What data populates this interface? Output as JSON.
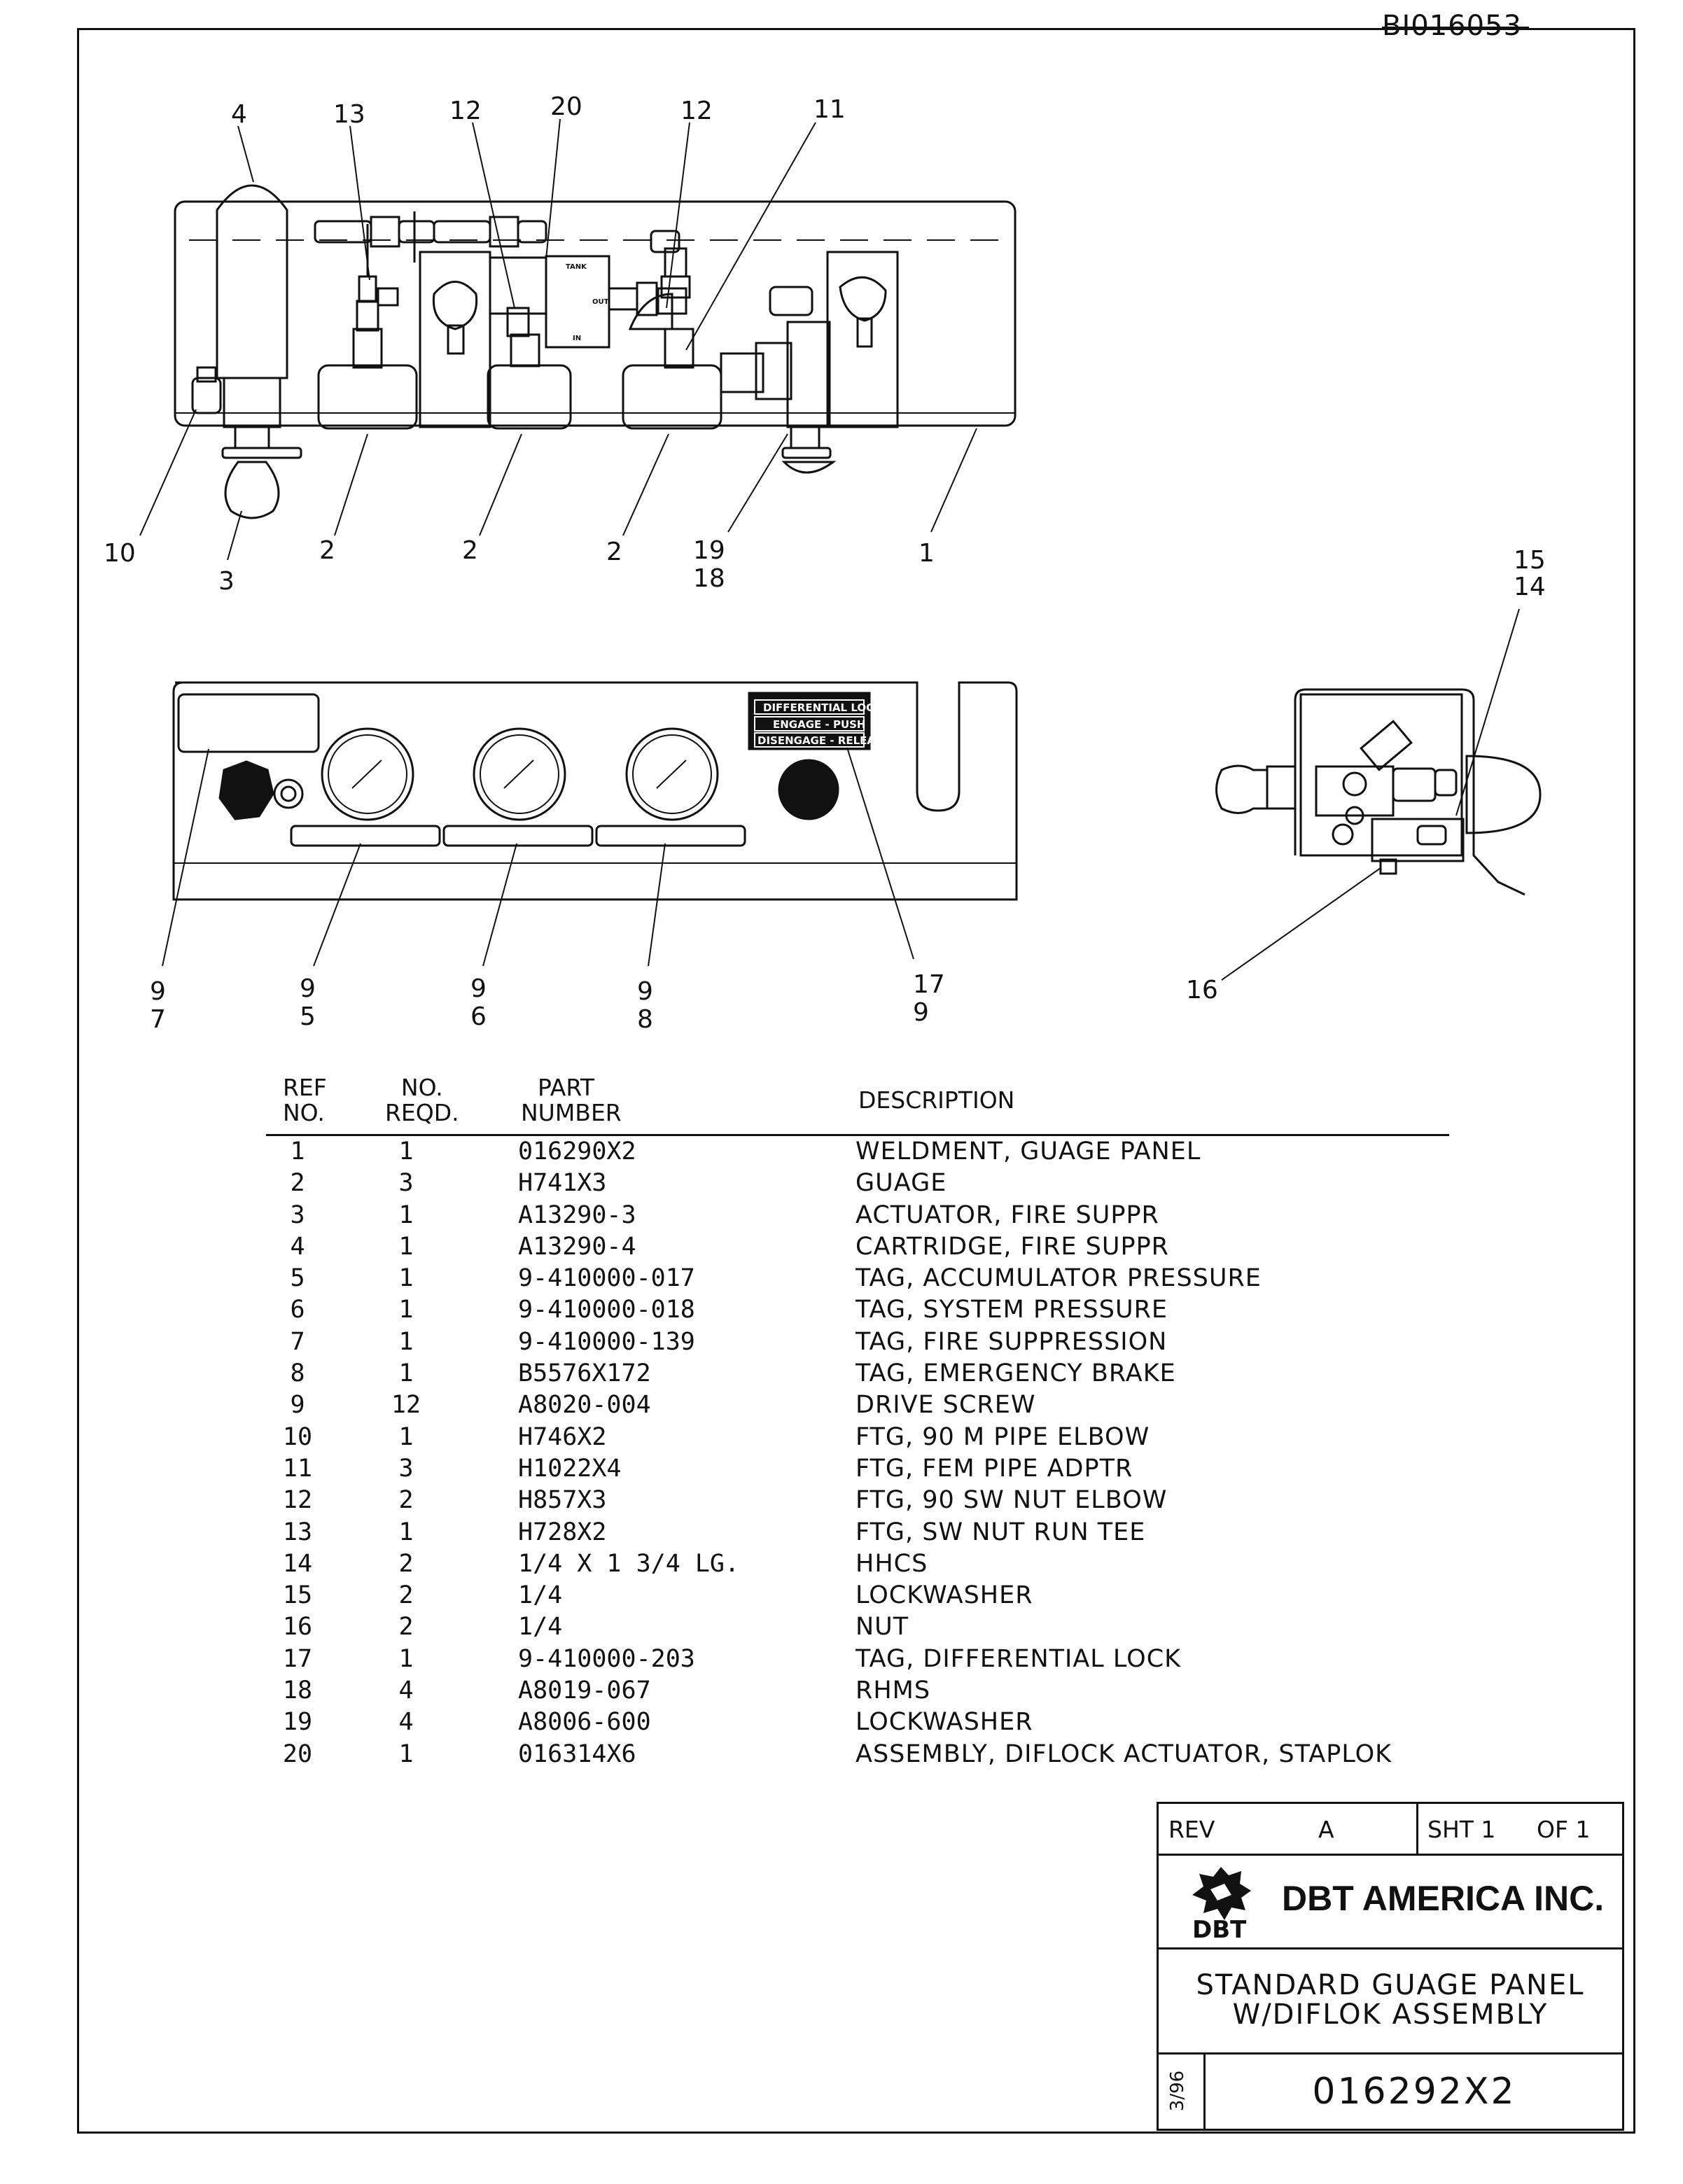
{
  "drawing_id": "BI016053",
  "callouts": {
    "top_view": [
      "4",
      "13",
      "12",
      "20",
      "12",
      "11",
      "10",
      "3",
      "2",
      "2",
      "2",
      "19",
      "18",
      "1",
      "15",
      "14"
    ],
    "front_view": [
      "9",
      "7",
      "9",
      "5",
      "9",
      "6",
      "9",
      "8",
      "17",
      "9",
      "16"
    ]
  },
  "labels": {
    "diff_tag_line1": "DIFFERENTIAL LOCK",
    "diff_tag_line2": "ENGAGE - PUSH",
    "diff_tag_line3": "DISENGAGE - RELEASE",
    "valve_tank": "TANK",
    "valve_out": "OUT",
    "valve_in": "IN"
  },
  "parts_table": {
    "headers": {
      "ref_1": "REF",
      "ref_2": "NO.",
      "no_1": "NO.",
      "no_2": "REQD.",
      "pn_1": "PART",
      "pn_2": "NUMBER",
      "desc": "DESCRIPTION"
    },
    "rows": [
      {
        "ref": "1",
        "qty": "1",
        "pn": "016290X2",
        "desc": "WELDMENT, GUAGE PANEL"
      },
      {
        "ref": "2",
        "qty": "3",
        "pn": "H741X3",
        "desc": "GUAGE"
      },
      {
        "ref": "3",
        "qty": "1",
        "pn": "A13290-3",
        "desc": "ACTUATOR, FIRE SUPPR"
      },
      {
        "ref": "4",
        "qty": "1",
        "pn": "A13290-4",
        "desc": "CARTRIDGE, FIRE SUPPR"
      },
      {
        "ref": "5",
        "qty": "1",
        "pn": "9-410000-017",
        "desc": "TAG, ACCUMULATOR PRESSURE"
      },
      {
        "ref": "6",
        "qty": "1",
        "pn": "9-410000-018",
        "desc": "TAG, SYSTEM PRESSURE"
      },
      {
        "ref": "7",
        "qty": "1",
        "pn": "9-410000-139",
        "desc": "TAG, FIRE SUPPRESSION"
      },
      {
        "ref": "8",
        "qty": "1",
        "pn": "B5576X172",
        "desc": "TAG, EMERGENCY BRAKE"
      },
      {
        "ref": "9",
        "qty": "12",
        "pn": "A8020-004",
        "desc": "DRIVE SCREW"
      },
      {
        "ref": "10",
        "qty": "1",
        "pn": "H746X2",
        "desc": "FTG, 90 M PIPE ELBOW"
      },
      {
        "ref": "11",
        "qty": "3",
        "pn": "H1022X4",
        "desc": "FTG, FEM PIPE ADPTR"
      },
      {
        "ref": "12",
        "qty": "2",
        "pn": "H857X3",
        "desc": "FTG, 90 SW NUT ELBOW"
      },
      {
        "ref": "13",
        "qty": "1",
        "pn": "H728X2",
        "desc": "FTG, SW NUT RUN TEE"
      },
      {
        "ref": "14",
        "qty": "2",
        "pn": "1/4 X 1 3/4 LG.",
        "desc": "HHCS"
      },
      {
        "ref": "15",
        "qty": "2",
        "pn": "1/4",
        "desc": "LOCKWASHER"
      },
      {
        "ref": "16",
        "qty": "2",
        "pn": "1/4",
        "desc": "NUT"
      },
      {
        "ref": "17",
        "qty": "1",
        "pn": "9-410000-203",
        "desc": "TAG, DIFFERENTIAL LOCK"
      },
      {
        "ref": "18",
        "qty": "4",
        "pn": "A8019-067",
        "desc": "RHMS"
      },
      {
        "ref": "19",
        "qty": "4",
        "pn": "A8006-600",
        "desc": "LOCKWASHER"
      },
      {
        "ref": "20",
        "qty": "1",
        "pn": "016314X6",
        "desc": "ASSEMBLY, DIFLOCK ACTUATOR, STAPLOK"
      }
    ]
  },
  "title_block": {
    "rev_label": "REV",
    "rev_value": "A",
    "sheet_label": "SHT 1",
    "of_label": "OF 1",
    "company": "DBT AMERICA INC.",
    "logo_text": "DBT",
    "title_line1": "STANDARD GUAGE PANEL",
    "title_line2": "W/DIFLOK ASSEMBLY",
    "date": "3/96",
    "drawing_number": "016292X2"
  }
}
